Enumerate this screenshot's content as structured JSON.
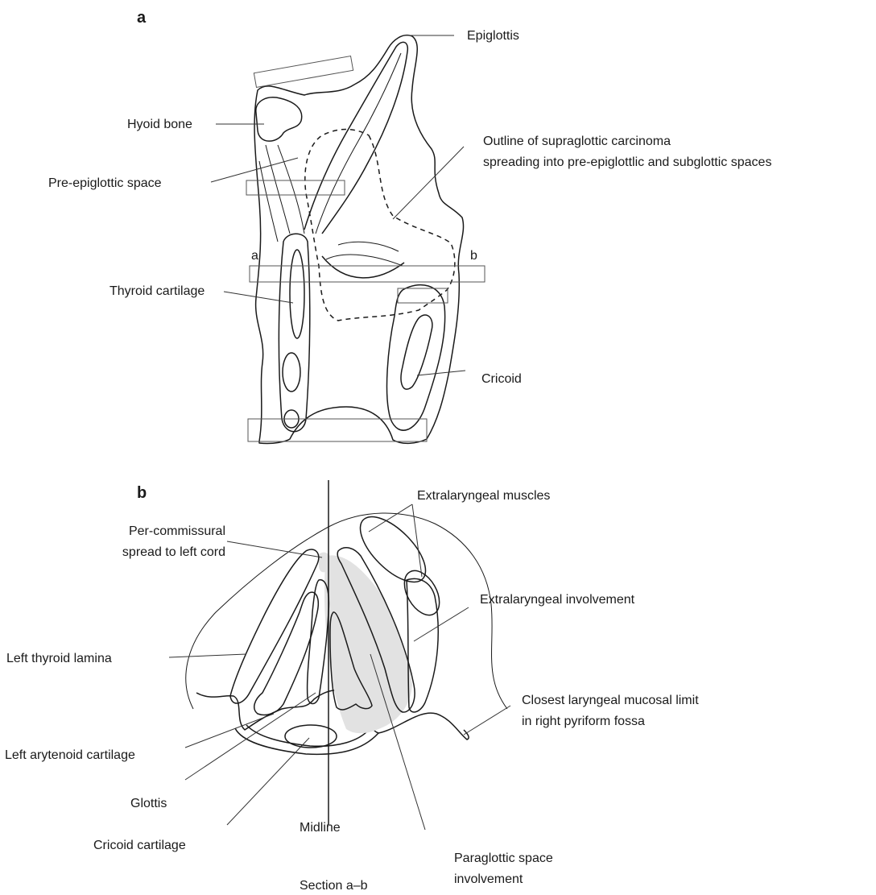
{
  "panel_a": {
    "letter": "a",
    "labels": {
      "epiglottis": "Epiglottis",
      "hyoid_bone": "Hyoid bone",
      "pre_epiglottic_space": "Pre-epiglottic space",
      "outline_line1": "Outline of supraglottic carcinoma",
      "outline_line2": "spreading into pre-epiglottlic and subglottic spaces",
      "section_a": "a",
      "section_b": "b",
      "thyroid_cartilage": "Thyroid cartilage",
      "cricoid": "Cricoid"
    }
  },
  "panel_b": {
    "letter": "b",
    "title": "Section a–b",
    "labels": {
      "extralaryngeal_muscles": "Extralaryngeal muscles",
      "per_commissural_line1": "Per-commissural",
      "per_commissural_line2": "spread to left cord",
      "extralaryngeal_involvement": "Extralaryngeal involvement",
      "left_thyroid_lamina": "Left thyroid lamina",
      "closest_mucosal_line1": "Closest laryngeal mucosal limit",
      "closest_mucosal_line2": "in right pyriform fossa",
      "left_arytenoid": "Left arytenoid cartilage",
      "glottis": "Glottis",
      "cricoid_cartilage": "Cricoid cartilage",
      "midline": "Midline",
      "paraglottic_line1": "Paraglottic space",
      "paraglottic_line2": "involvement"
    },
    "colors": {
      "tumour_light": "#e2e2e2",
      "tumour_dark": "#9a9a9a"
    }
  }
}
